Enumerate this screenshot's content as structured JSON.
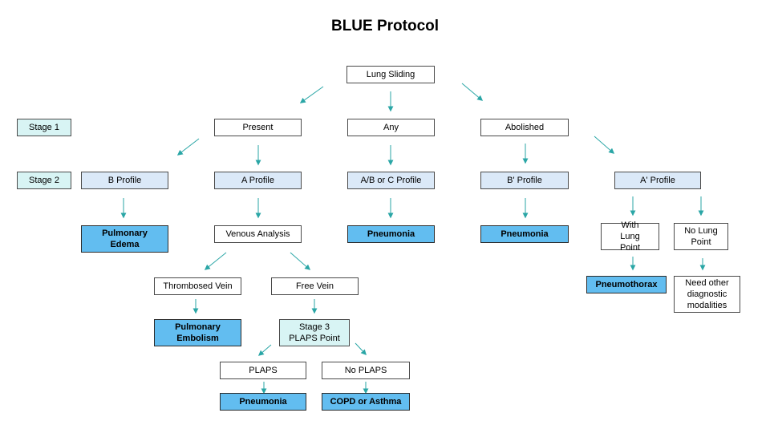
{
  "title": "BLUE Protocol",
  "colors": {
    "arrow": "#2aa6a6",
    "result_fill": "#62bdf0",
    "profile_fill": "#dbe9f8",
    "stage_fill": "#d8f4f4"
  },
  "stages": {
    "stage1": "Stage 1",
    "stage2": "Stage 2"
  },
  "nodes": {
    "lung_sliding": "Lung Sliding",
    "present": "Present",
    "any": "Any",
    "abolished": "Abolished",
    "b_profile": "B Profile",
    "a_profile": "A Profile",
    "abc_profile": "A/B or C Profile",
    "b_prime_profile": "B' Profile",
    "a_prime_profile": "A' Profile",
    "pulmonary_edema": "Pulmonary Edema",
    "venous_analysis": "Venous Analysis",
    "pneumonia_abc": "Pneumonia",
    "pneumonia_bprime": "Pneumonia",
    "with_lung_point": "With Lung Point",
    "no_lung_point": "No Lung Point",
    "thrombosed_vein": "Thrombosed Vein",
    "free_vein": "Free Vein",
    "pneumothorax": "Pneumothorax",
    "need_other": "Need other diagnostic modalities",
    "pulmonary_embolism": "Pulmonary Embolism",
    "stage3_plaps": "Stage 3 PLAPS Point",
    "plaps": "PLAPS",
    "no_plaps": "No PLAPS",
    "pneumonia_plaps": "Pneumonia",
    "copd_asthma": "COPD or Asthma"
  }
}
